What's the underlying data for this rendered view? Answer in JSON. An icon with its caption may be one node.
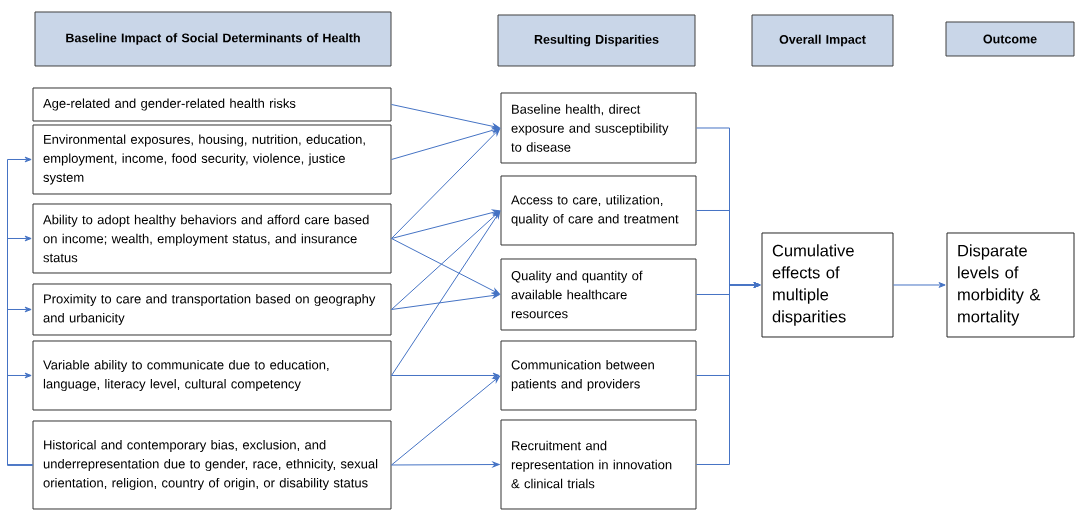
{
  "diagram": {
    "nodes": [
      {
        "text": [
          "Baseline Impact of Social Determinants of Health"
        ]
      },
      {
        "text": [
          "Resulting Disparities"
        ]
      },
      {
        "text": [
          "Overall Impact"
        ]
      },
      {
        "text": [
          "Outcome"
        ]
      },
      {
        "text": [
          "Age-related and gender-related health risks"
        ]
      },
      {
        "text": [
          "Environmental exposures, housing, nutrition, education, employment, income, food security, violence, justice system"
        ]
      },
      {
        "text": [
          "Ability to adopt healthy behaviors and afford care based on income; wealth, employment status, and insurance status"
        ]
      },
      {
        "text": [
          "Proximity to care and transportation based on geography and urbanicity"
        ]
      },
      {
        "text": [
          "Variable ability to communicate due to education, language, literacy level, cultural competency"
        ]
      },
      {
        "text": [
          "Historical and contemporary bias, exclusion, and underrepresentation due to gender, race, ethnicity, sexual orientation, religion, country of origin, or disability status"
        ]
      },
      {
        "text": [
          "Baseline health, direct exposure and susceptibility to disease"
        ]
      },
      {
        "text": [
          "Access to care, utilization, quality of care and treatment"
        ]
      },
      {
        "text": [
          "Quality and quantity of available healthcare resources"
        ]
      },
      {
        "text": [
          "Communication between patients and providers"
        ]
      },
      {
        "text": [
          "Recruitment and representation in innovation & clinical trials"
        ]
      },
      {
        "text": [
          "Cumulative effects of multiple disparities"
        ]
      },
      {
        "text": [
          "Disparate levels of morbidity & mortality"
        ]
      }
    ],
    "edges": [
      {
        "from": 4,
        "to": 10,
        "arrow": "to"
      },
      {
        "from": 5,
        "to": 10,
        "arrow": "to"
      },
      {
        "from": 6,
        "to": 10,
        "arrow": "to"
      },
      {
        "from": 6,
        "to": 11,
        "arrow": "to"
      },
      {
        "from": 6,
        "to": 12,
        "arrow": "to"
      },
      {
        "from": 7,
        "to": 11,
        "arrow": "to"
      },
      {
        "from": 7,
        "to": 12,
        "arrow": "to"
      },
      {
        "from": 8,
        "to": 11,
        "arrow": "to"
      },
      {
        "from": 8,
        "to": 13,
        "arrow": "to"
      },
      {
        "from": 9,
        "to": 13,
        "arrow": "to"
      },
      {
        "from": 9,
        "to": 14,
        "arrow": "to"
      },
      {
        "from": 9,
        "to": 5,
        "arrow": "to"
      },
      {
        "from": 9,
        "to": 6,
        "arrow": "to"
      },
      {
        "from": 9,
        "to": 7,
        "arrow": "to"
      },
      {
        "from": 9,
        "to": 8,
        "arrow": "to"
      },
      {
        "from": 10,
        "to": 15,
        "arrow": "to"
      },
      {
        "from": 11,
        "to": 15,
        "arrow": "to"
      },
      {
        "from": 12,
        "to": 15,
        "arrow": "to"
      },
      {
        "from": 13,
        "to": 15,
        "arrow": "to"
      },
      {
        "from": 14,
        "to": 15,
        "arrow": "to"
      },
      {
        "from": 15,
        "to": 16,
        "arrow": "to"
      }
    ]
  }
}
